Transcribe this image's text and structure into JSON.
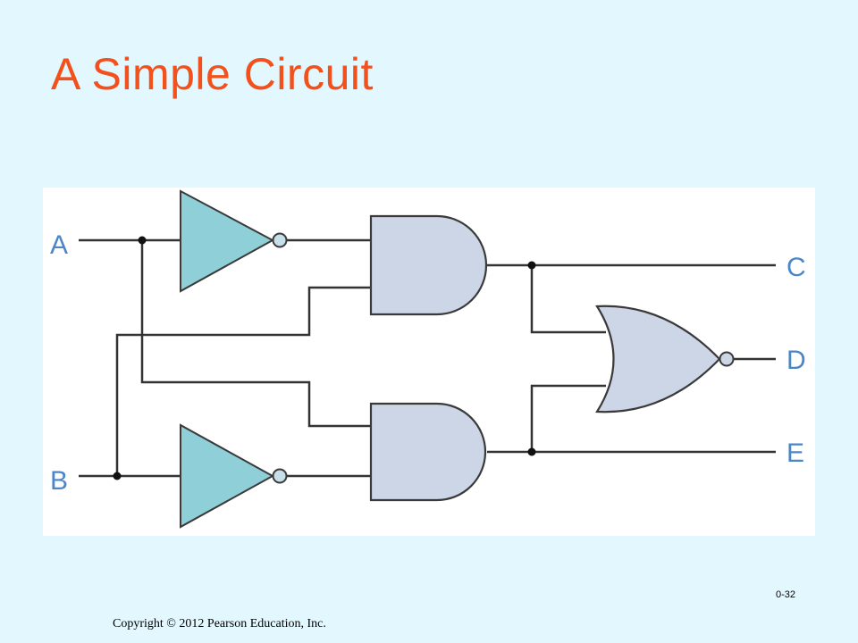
{
  "title": "A Simple Circuit",
  "diagram": {
    "inputs": [
      "A",
      "B"
    ],
    "outputs": [
      "C",
      "D",
      "E"
    ],
    "colors": {
      "wire": "#333333",
      "not_gate_fill": "#8ecfd8",
      "gate_fill": "#ccd6e6",
      "gate_stroke": "#3a3a3a",
      "label": "#4b86c8"
    }
  },
  "footer": {
    "slide_number": "0-32",
    "copyright": "Copyright © 2012 Pearson Education, Inc."
  }
}
